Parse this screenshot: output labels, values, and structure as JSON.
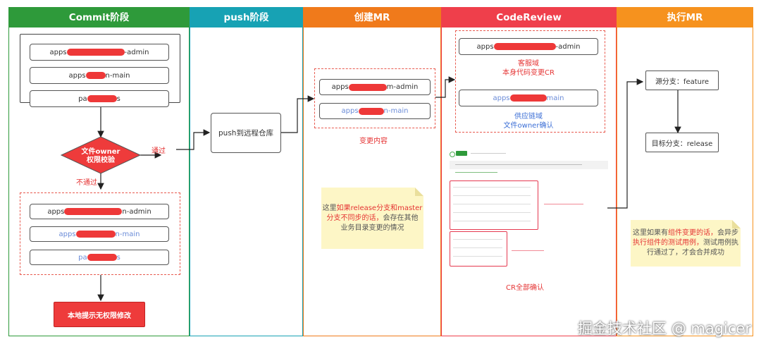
{
  "lanes": [
    {
      "title": "Commit阶段",
      "color": "#2e9a3a"
    },
    {
      "title": "push阶段",
      "color": "#17a2b4"
    },
    {
      "title": "创建MR",
      "color": "#f07a1b"
    },
    {
      "title": "CodeReview",
      "color": "#ef3f4b"
    },
    {
      "title": "执行MR",
      "color": "#f6921e"
    }
  ],
  "commit": {
    "top_repos": [
      {
        "prefix": "apps",
        "suffix": "-admin"
      },
      {
        "prefix": "apps",
        "suffix": "n-main"
      },
      {
        "prefix": "pa",
        "suffix": "s"
      }
    ],
    "decision": {
      "line1": "文件owner",
      "line2": "权限校验"
    },
    "pass_label": "通过",
    "fail_label": "不通过",
    "bottom_repos": [
      {
        "prefix": "apps",
        "suffix": "n-admin"
      },
      {
        "prefix": "apps",
        "suffix": "n-main"
      },
      {
        "prefix": "pa",
        "suffix": "s"
      }
    ],
    "result": "本地提示无权限修改"
  },
  "push": {
    "box": "push到远程仓库"
  },
  "mr": {
    "repos": [
      {
        "prefix": "apps",
        "suffix": "m-admin"
      },
      {
        "prefix": "apps",
        "suffix": "n-main"
      }
    ],
    "caption": "变更内容",
    "note": {
      "pre": "这里",
      "hl1": "如果release分支和master",
      "hl2": "分支不同步的话，",
      "rest1": "会存在其他",
      "rest2": "业务目录变更的情况"
    }
  },
  "cr": {
    "repo1": {
      "prefix": "apps",
      "suffix": "-admin"
    },
    "caption1": {
      "line1": "客服域",
      "line2": "本身代码变更CR"
    },
    "repo2": {
      "prefix": "apps",
      "suffix": "main"
    },
    "caption2": {
      "line1": "供应链域",
      "line2": "文件owner确认"
    },
    "bottom": "CR全部确认"
  },
  "exec": {
    "source": "源分支：feature",
    "target": "目标分支：release",
    "note": {
      "pre": "这里如果有",
      "hl1": "组件变更的话，",
      "rest1": "会异步",
      "hl2": "执行组件的测试用例，",
      "rest2": "测试用例执",
      "line3": "行通过了，才会合并成功"
    }
  },
  "watermark": "掘金技术社区 @ magicer"
}
